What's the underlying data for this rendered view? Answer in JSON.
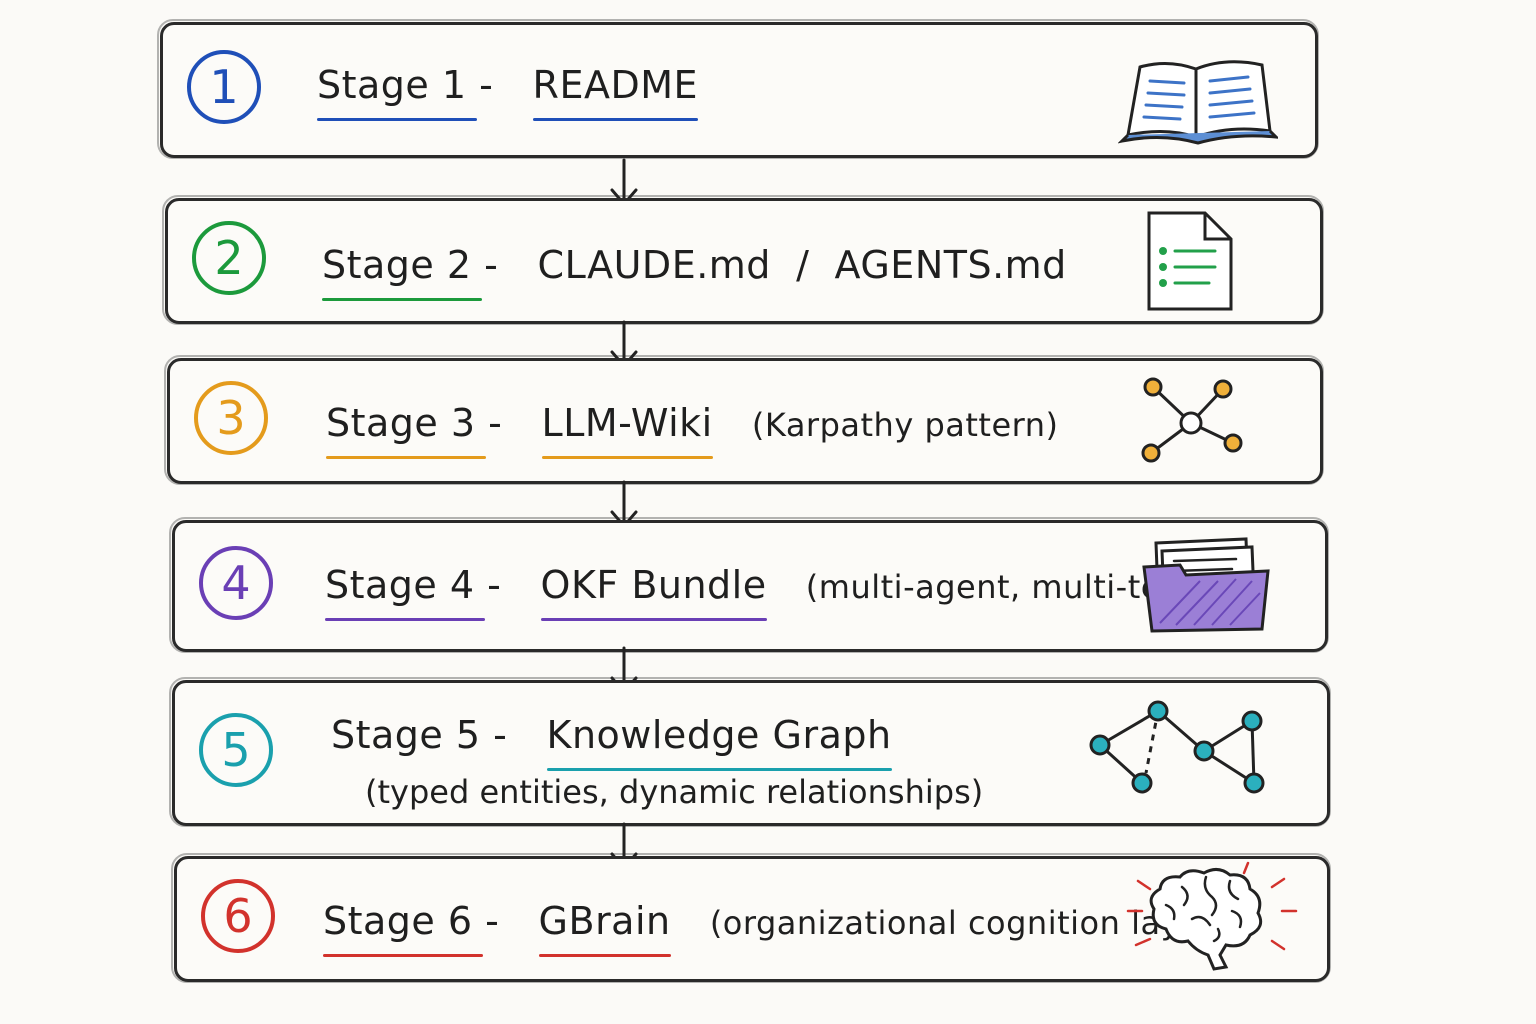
{
  "colors": {
    "stage1": "#1f4fb8",
    "stage2": "#1c9a3c",
    "stage3": "#e49b1c",
    "stage4": "#6a3fb5",
    "stage5": "#1aa0ad",
    "stage6": "#d2322c",
    "outline": "#2a2a2a"
  },
  "stages": [
    {
      "number": "1",
      "label": "Stage 1",
      "name": "README",
      "detail": "",
      "icon": "open-book-icon"
    },
    {
      "number": "2",
      "label": "Stage 2",
      "name": "CLAUDE.md  /  AGENTS.md",
      "detail": "",
      "icon": "document-checklist-icon"
    },
    {
      "number": "3",
      "label": "Stage 3",
      "name": "LLM-Wiki",
      "detail": "(Karpathy pattern)",
      "icon": "hub-network-icon"
    },
    {
      "number": "4",
      "label": "Stage 4",
      "name": "OKF Bundle",
      "detail": "(multi-agent, multi-team)",
      "icon": "folder-files-icon"
    },
    {
      "number": "5",
      "label": "Stage 5",
      "name": "Knowledge Graph",
      "detail": "(typed entities, dynamic relationships)",
      "icon": "graph-network-icon"
    },
    {
      "number": "6",
      "label": "Stage 6",
      "name": "GBrain",
      "detail": "(organizational cognition layer)",
      "icon": "brain-icon"
    }
  ]
}
